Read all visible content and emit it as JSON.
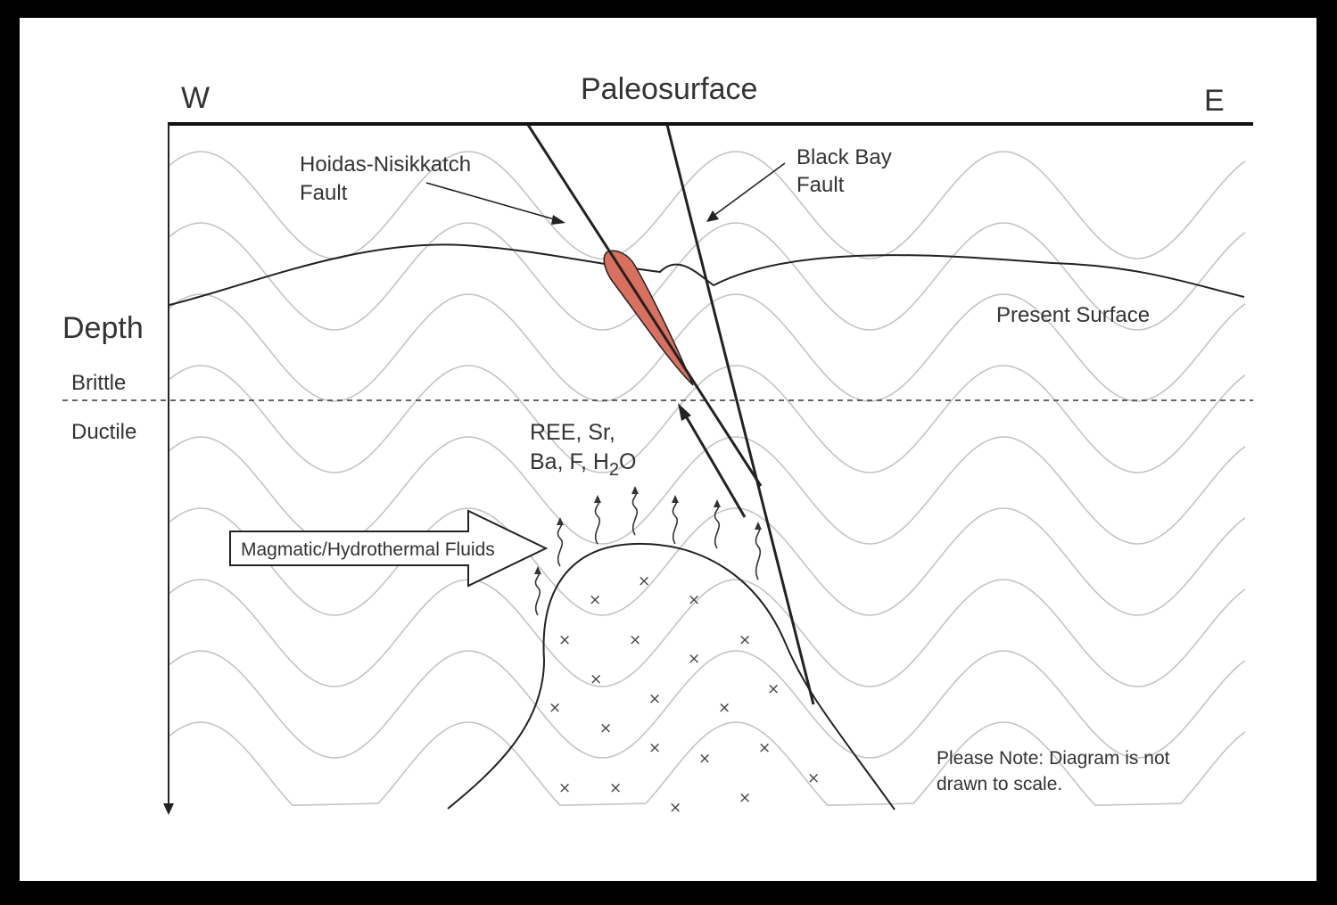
{
  "labels": {
    "paleosurface": "Paleosurface",
    "west": "W",
    "east": "E",
    "depth": "Depth",
    "brittle": "Brittle",
    "ductile": "Ductile",
    "hoidas_line1": "Hoidas-Nisikkatch",
    "hoidas_line2": "Fault",
    "blackbay_line1": "Black Bay",
    "blackbay_line2": "Fault",
    "present_surface": "Present Surface",
    "elements_line1": "REE, Sr,",
    "elements_line2_a": "Ba, F, H",
    "elements_line2_sub": "2",
    "elements_line2_b": "O",
    "fluids": "Magmatic/Hydrothermal Fluids",
    "note_line1": "Please Note: Diagram is not",
    "note_line2": "drawn to scale."
  },
  "colors": {
    "frame": "#000000",
    "ore_body": "#d9705f",
    "fold_lines": "#c4c4c4",
    "line": "#222222"
  },
  "icons": {
    "intrusion_pattern": "x-mark",
    "fluid_arrows": "wavy-up-arrow"
  }
}
